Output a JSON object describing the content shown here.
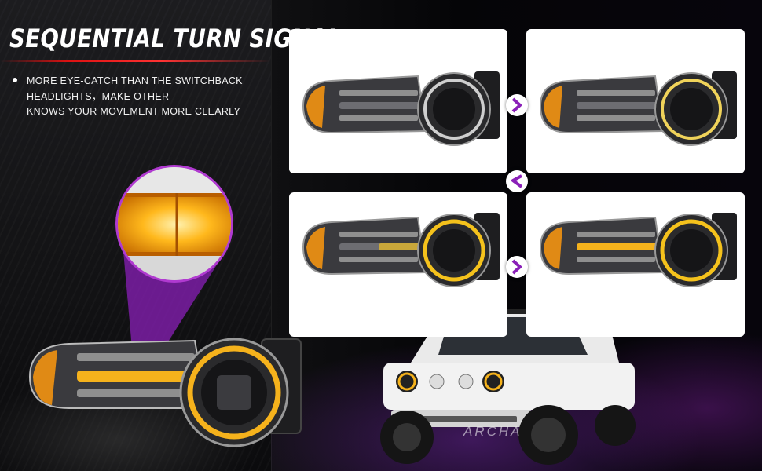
{
  "banner": {
    "title": "SEQUENTIAL TURN SIGNAL",
    "description_lines": [
      "MORE EYE-CATCH THAN THE SWITCHBACK",
      "HEADLIGHTS，MAKE OTHER",
      "KNOWS YOUR MOVEMENT MORE CLEARLY"
    ],
    "watermark": "ARCHA"
  },
  "colors": {
    "accent_purple": "#8a1fb8",
    "amber": "#f5b21c",
    "title_red": "#dd1111"
  },
  "sequence": [
    {
      "step": 1,
      "halo": "off",
      "strip": "off"
    },
    {
      "step": 2,
      "halo": "amber",
      "strip": "off"
    },
    {
      "step": 3,
      "halo": "amber",
      "strip": "amber-partial"
    },
    {
      "step": 4,
      "halo": "amber",
      "strip": "amber-full"
    }
  ],
  "icons": [
    "chevron-right-icon",
    "chevron-down-left-icon"
  ]
}
